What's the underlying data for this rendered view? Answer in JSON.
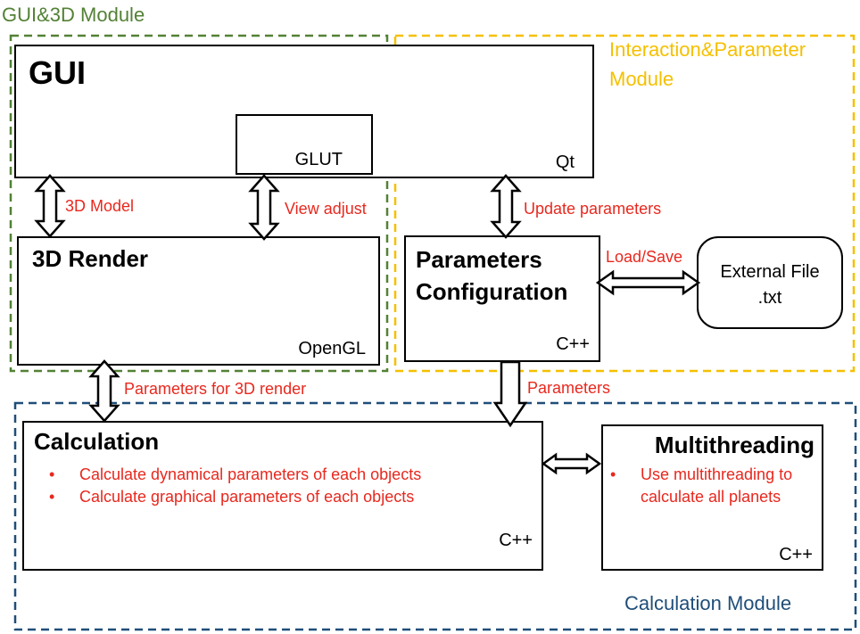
{
  "modules": {
    "gui3d": {
      "title": "GUI&3D Module",
      "color": "#538135"
    },
    "interaction": {
      "title_line1": "Interaction&Parameter",
      "title_line2": "Module",
      "color": "#f5c000"
    },
    "calculation": {
      "title": "Calculation Module",
      "color": "#1f4e79"
    }
  },
  "boxes": {
    "gui": {
      "title": "GUI",
      "tech": "Qt"
    },
    "glut": {
      "title": "GLUT"
    },
    "render3d": {
      "title": "3D Render",
      "tech": "OpenGL"
    },
    "params_config": {
      "title_line1": "Parameters",
      "title_line2": "Configuration",
      "tech": "C++"
    },
    "external_file": {
      "line1": "External File",
      "line2": ".txt"
    },
    "calculation": {
      "title": "Calculation",
      "tech": "C++",
      "bullets": [
        "Calculate dynamical parameters of each objects",
        "Calculate graphical parameters of each objects"
      ]
    },
    "multithreading": {
      "title": "Multithreading",
      "tech": "C++",
      "bullet_line1": "Use multithreading to",
      "bullet_line2": "calculate all planets"
    }
  },
  "arrows": {
    "model": "3D Model",
    "view_adjust": "View adjust",
    "update_params": "Update parameters",
    "load_save": "Load/Save",
    "params_for_render": "Parameters for 3D render",
    "parameters": "Parameters"
  },
  "bullet_char": "•",
  "colors": {
    "label_red": "#e8281e",
    "stroke": "#000000"
  }
}
